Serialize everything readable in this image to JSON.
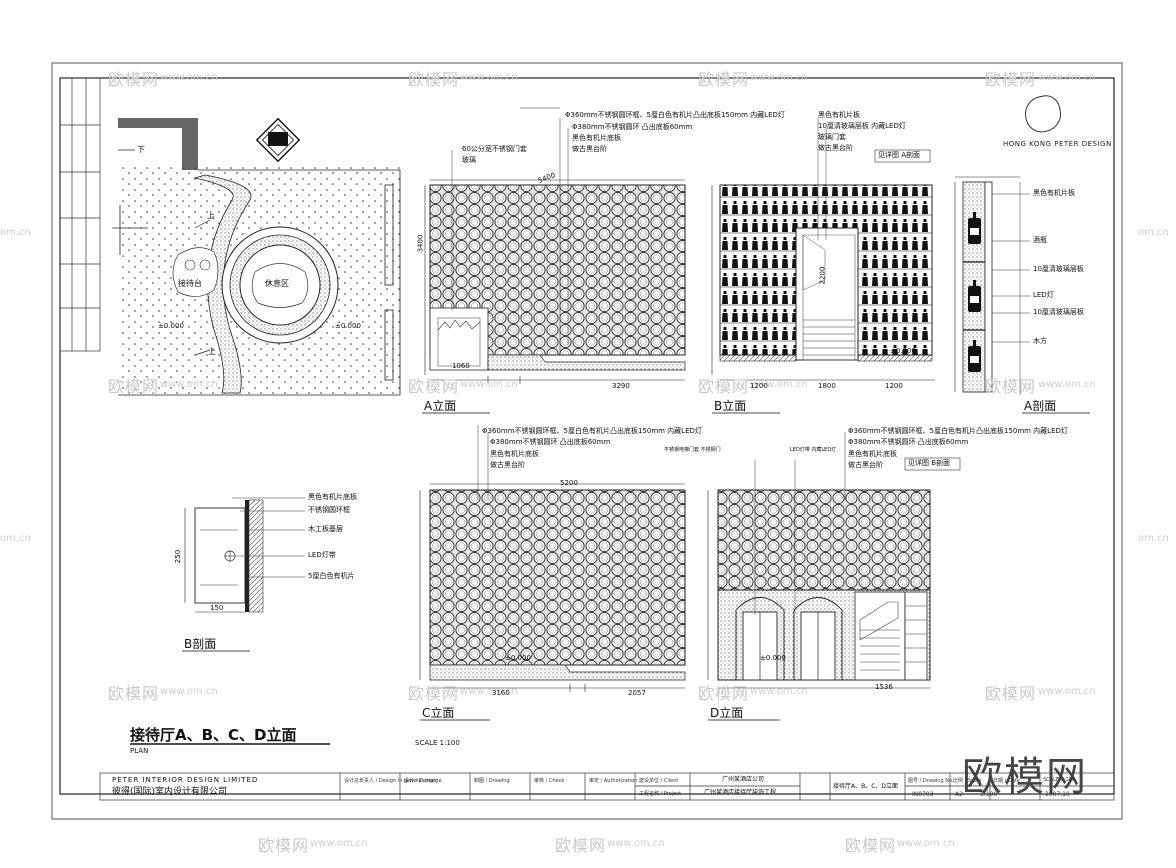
{
  "watermark": {
    "text": "欧模网",
    "url": "www.om.cn",
    "url_short": "om.cn",
    "big_logo": "欧模网"
  },
  "brand": {
    "signature": "HONG KONG PETER DESIGN"
  },
  "plan": {
    "labels": {
      "down": "下",
      "up1": "上",
      "up2": "上",
      "reception": "接待台",
      "lounge": "休息区",
      "level_left": "±0.000",
      "level_right": "±0.000"
    },
    "caption": "接待厅A、B、C、D立面",
    "caption_sub": "PLAN",
    "scale": "SCALE 1:100"
  },
  "elevA": {
    "title": "A立面",
    "notes": [
      "Φ360mm不锈钢圆环框、5厘白色有机片凸出底板150mm 内藏LED灯",
      "Φ380mm不锈钢圆环  凸出底板60mm",
      "黑色有机片底板",
      "做古黑台阶",
      "60公分宽不锈钢门套",
      "玻璃"
    ],
    "dims": {
      "overall": "5400",
      "height": "3400",
      "left": "1060",
      "right": "3290"
    }
  },
  "elevB": {
    "title": "B立面",
    "notes": [
      "黑色有机片板",
      "10厘清玻璃层板  内藏LED灯",
      "玻璃门套",
      "做古黑台阶"
    ],
    "detail_ref": "见详图 A剖面",
    "dims": {
      "door_h": "2200",
      "step": "±0.000",
      "left": "1200",
      "mid": "1800",
      "right": "1200"
    }
  },
  "secA": {
    "title": "A剖面",
    "notes": [
      "黑色有机片板",
      "酒瓶",
      "10厘清玻璃层板",
      "LED灯",
      "10厘清玻璃层板",
      "木方"
    ]
  },
  "secB": {
    "title": "B剖面",
    "notes": [
      "黑色有机片底板",
      "不锈钢圆环框",
      "木工板基层",
      "LED灯带",
      "5厘白色有机片"
    ],
    "dims": {
      "height": "250",
      "width": "150"
    }
  },
  "elevC": {
    "title": "C立面",
    "notes": [
      "Φ360mm不锈钢圆环框、5厘白色有机片凸出底板150mm 内藏LED灯",
      "Φ380mm不锈钢圆环  凸出底板60mm",
      "黑色有机片底板",
      "做古黑台阶"
    ],
    "dims": {
      "overall": "5200",
      "left": "3160",
      "right": "2057",
      "level": "±0.000"
    }
  },
  "elevD": {
    "title": "D立面",
    "notes": [
      "Φ360mm不锈钢圆环框、5厘白色有机片凸出底板150mm 内藏LED灯",
      "Φ380mm不锈钢圆环  凸出底板60mm",
      "黑色有机片底板",
      "做古黑台阶",
      "不锈钢电梯门套  不锈钢门",
      "LED灯带  内藏LED灯"
    ],
    "detail_ref": "见详图 B剖面",
    "dims": {
      "right": "1536",
      "level": "±0.000"
    }
  },
  "titleblock": {
    "company_en": "PETER INTERIOR DESIGN LIMITED",
    "company_cn": "彼得(国际)室内设计有限公司",
    "fields": [
      "设计总负责人 / Design in general charge",
      "设计 / Design",
      "制图 / Drawing",
      "审核 / Check",
      "审定 / Authorization",
      "建设单位 / Client",
      "工程名称 / Project"
    ],
    "project_a": "广州某酒店公司",
    "project_b": "广州某酒店接待厅装饰工程",
    "drawing_name": "接待厅A、B、C、D立面",
    "sheet_labels": [
      "图号 / Drawing No.",
      "比例 / Scale",
      "日期 / Date"
    ],
    "sheet_values": [
      "IN0703",
      "1:100",
      "2007.10"
    ],
    "misc": [
      "A2",
      "SCALE 1:100"
    ]
  }
}
